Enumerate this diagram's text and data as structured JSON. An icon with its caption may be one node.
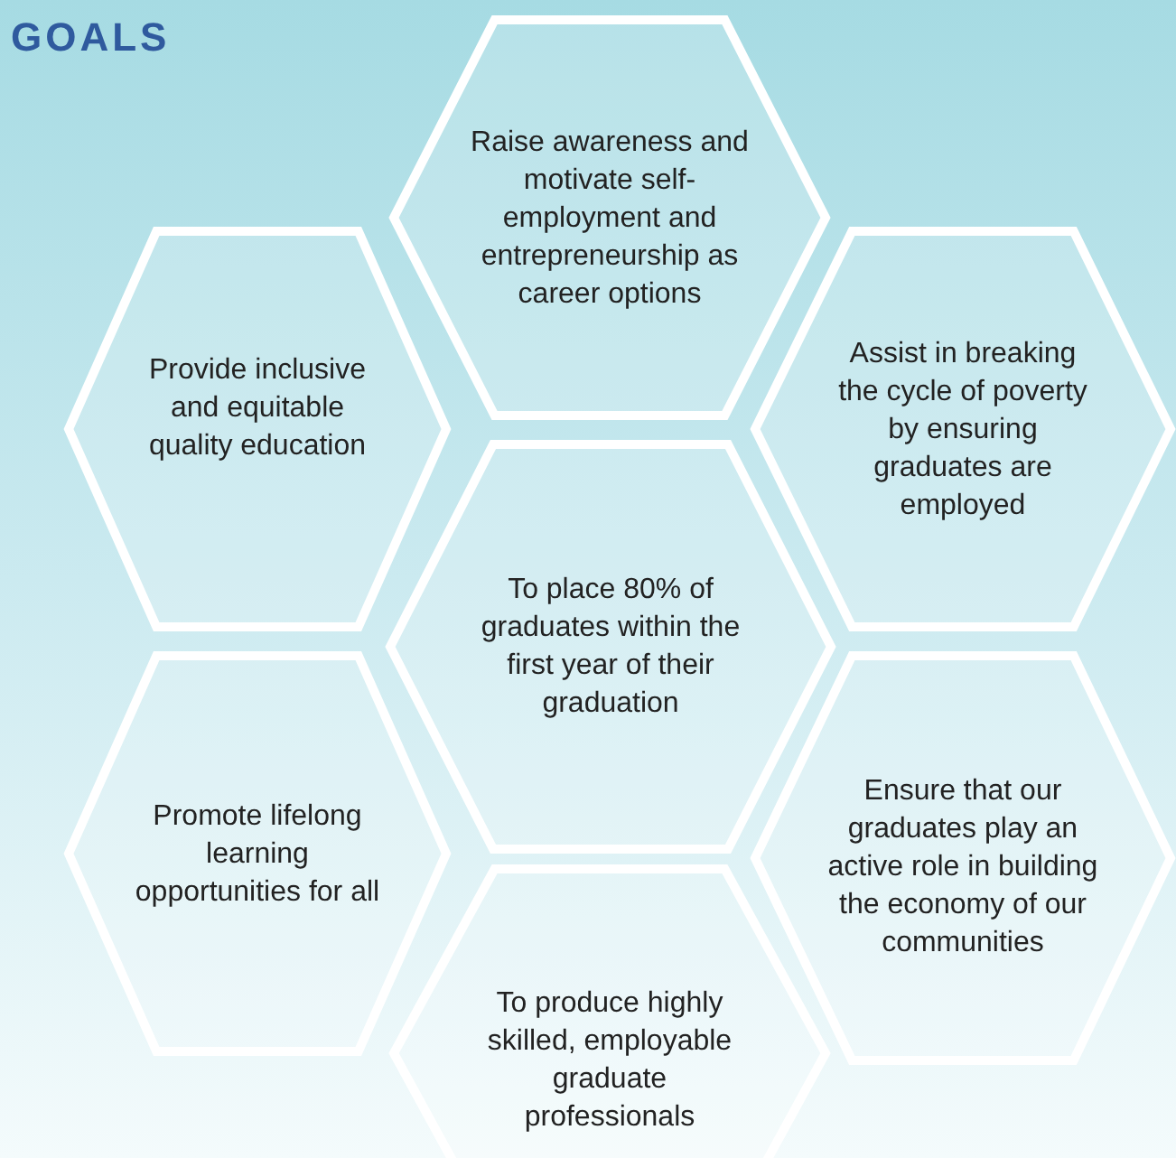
{
  "diagram": {
    "title": "GOALS",
    "nodes": [
      {
        "text": [
          "Raise awareness and motivate self-employment and entrepreneurship as career options"
        ]
      },
      {
        "text": [
          "Provide inclusive and equitable quality education"
        ]
      },
      {
        "text": [
          "Assist in breaking the cycle of poverty by ensuring graduates are employed"
        ]
      },
      {
        "text": [
          "To place 80% of graduates within the first year of their graduation"
        ]
      },
      {
        "text": [
          "Promote lifelong learning opportunities for all"
        ]
      },
      {
        "text": [
          "Ensure that our graduates play an active role in building the economy of our communities"
        ]
      },
      {
        "text": [
          "To produce highly skilled, employable graduate professionals"
        ]
      }
    ],
    "edges": []
  }
}
